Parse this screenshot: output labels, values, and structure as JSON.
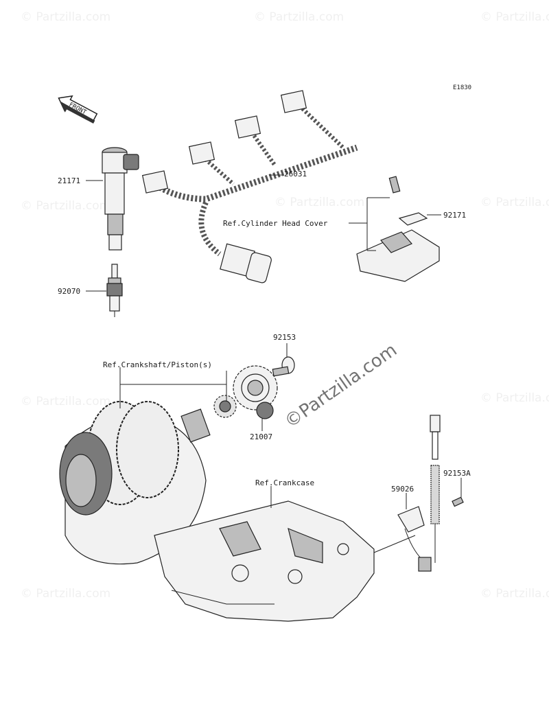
{
  "diagram_code": "E1830",
  "front_arrow_label": "FRONT",
  "watermarks": {
    "repeat_text": "© Partzilla.com",
    "center_text": "©Partzilla.com"
  },
  "parts": {
    "ignition_coil": "21171",
    "spark_plug": "92070",
    "wire_harness": "26031",
    "bolt_cover": "92171",
    "rotor_bolt": "92153",
    "timing_rotor": "21007",
    "sensor_bracket": "59026",
    "sensor_bolt": "92153A"
  },
  "references": {
    "cylinder_head_cover": "Ref.Cylinder Head Cover",
    "crankshaft_piston": "Ref.Crankshaft/Piston(s)",
    "crankcase": "Ref.Crankcase"
  }
}
